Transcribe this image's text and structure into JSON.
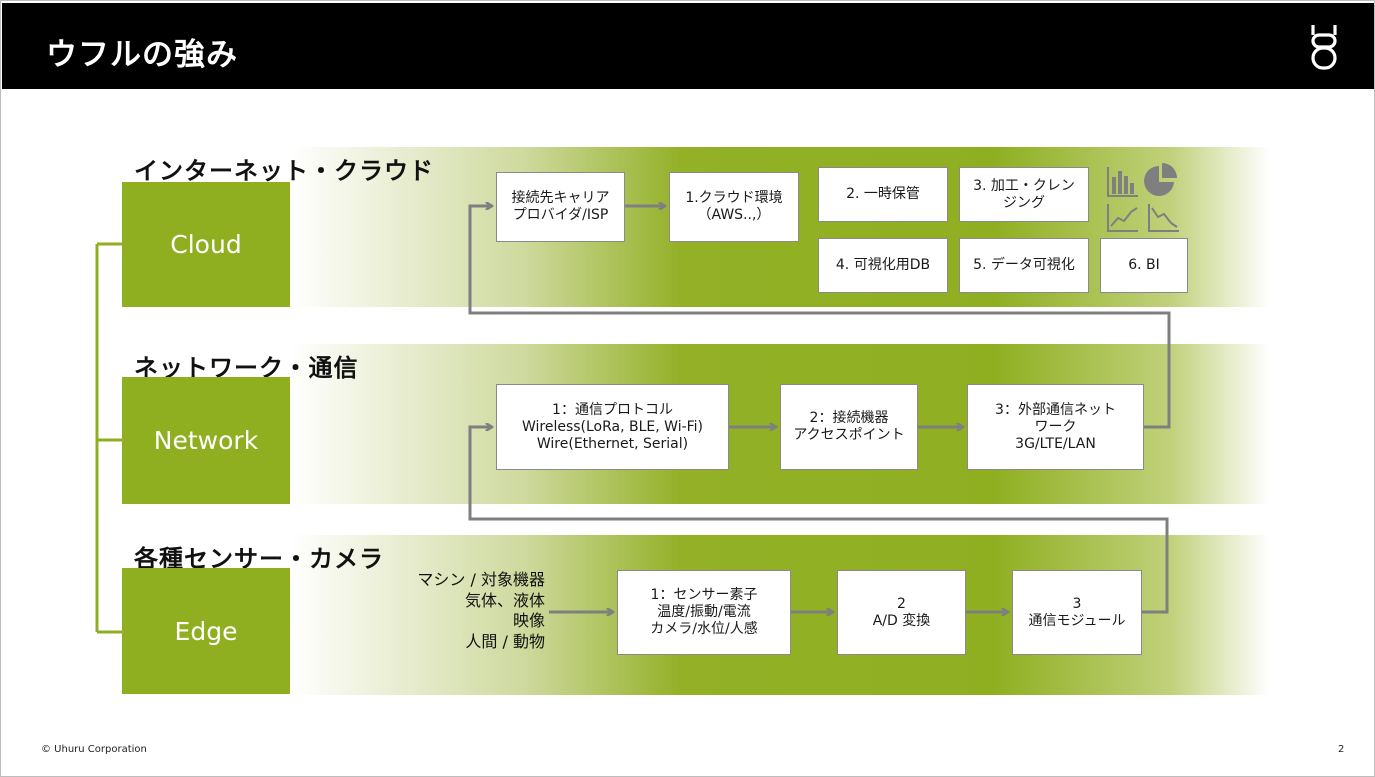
{
  "header": {
    "title": "ウフルの強み"
  },
  "sections": {
    "cloud": {
      "title": "インターネット・クラウド",
      "tier": "Cloud",
      "boxes": {
        "isp": "接続先キャリア\nプロバイダ/ISP",
        "cloud_env": "1.クラウド環境\n（AWS..,）",
        "storage": "2. 一時保管",
        "cleansing": "3. 加工・クレン\nジング",
        "db": "4. 可視化用DB",
        "visualization": "5. データ可視化",
        "bi": "6. BI"
      },
      "icons": [
        "bar-chart-icon",
        "pie-chart-icon",
        "line-chart-up-icon",
        "line-chart-down-icon"
      ]
    },
    "network": {
      "title": "ネットワーク・通信",
      "tier": "Network",
      "boxes": {
        "protocol": "1：通信プロトコル\nWireless(LoRa, BLE, Wi-Fi)\nWire(Ethernet, Serial)",
        "gateway": "2：接続機器\nアクセスポイント",
        "external": "3：外部通信ネット\nワーク\n3G/LTE/LAN"
      }
    },
    "edge": {
      "title": "各種センサー・カメラ",
      "tier": "Edge",
      "inputs": [
        "マシン / 対象機器",
        "気体、液体",
        "映像",
        "人間 / 動物"
      ],
      "boxes": {
        "sensor": "1：センサー素子\n温度/振動/電流\nカメラ/水位/人感",
        "ad": "2\nA/D 変換",
        "comm_module": "3\n通信モジュール"
      }
    }
  },
  "colors": {
    "accent": "#8faf21",
    "header": "#000000",
    "arrow": "#7f7f7f"
  },
  "footer": {
    "copyright": "© Uhuru Corporation",
    "page": "2"
  }
}
